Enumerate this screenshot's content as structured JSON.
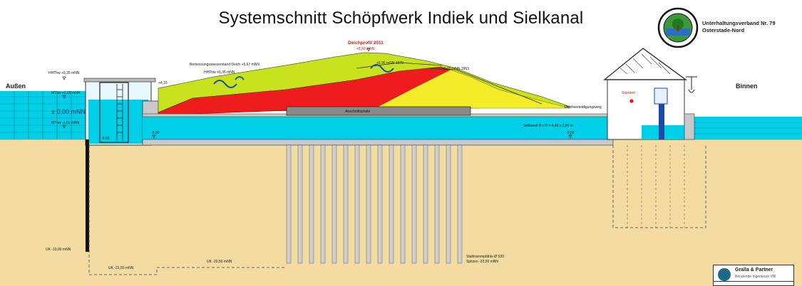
{
  "title": "Systemschnitt Schöpfwerk Indiek und Sielkanal",
  "organization": {
    "line1": "Unterhaltungsverband Nr. 79",
    "line2": "Osterstade-Nord"
  },
  "sides": {
    "outside": "Außen",
    "inside": "Binnen"
  },
  "levels": {
    "hhthw_out": "HHThw +5,35 mNN",
    "mthw": "MThw +2,09 mNN",
    "zero": "± 0,00 mNN",
    "mtnw": "MTnw -1,61 mNN",
    "design_water": "Bemessungswasserstand Deich +5,67 mNN",
    "hhthw_dike": "HHThw +5,35 mNN",
    "wall_top": "+4,15",
    "profile_title": "Deichprofil 2011",
    "profile_level": "+8,50 mNN",
    "level_1970": "+6,95 mNN 1970",
    "level_1963": "+6,00 mNN 1963",
    "sill_left": "-3,65",
    "canal_floor_left": "-3,00",
    "canal_floor_right": "-3,00",
    "uk_left": "UK -19,00 mNN",
    "uk_mid": "UK -21,50 mNN",
    "uk_right": "UK -20,50 mNN"
  },
  "labels": {
    "plate": "Abschnittsplatte",
    "canal": "Sielkanal B x H = 4,40 x 2,90 m",
    "dike_path": "Deichverteidigungsweg",
    "site": "Standort",
    "piles": "Stahlrammpfähle Ø 530",
    "pile_depth": "Spitzen -22,00 mNN"
  },
  "stamp": {
    "company": "Gralla & Partner",
    "subtitle": "Beratende Ingenieure VBI"
  },
  "colors": {
    "sky": "#ffffff",
    "soil": "#f3dba1",
    "water": "#00cfe8",
    "water_deep": "#00b8d6",
    "dike_green": "#c8e21e",
    "dike_red": "#ee1c1c",
    "dike_yellow": "#f4ec28",
    "concrete": "#c9c9c9",
    "pile": "#cfcfcf"
  }
}
